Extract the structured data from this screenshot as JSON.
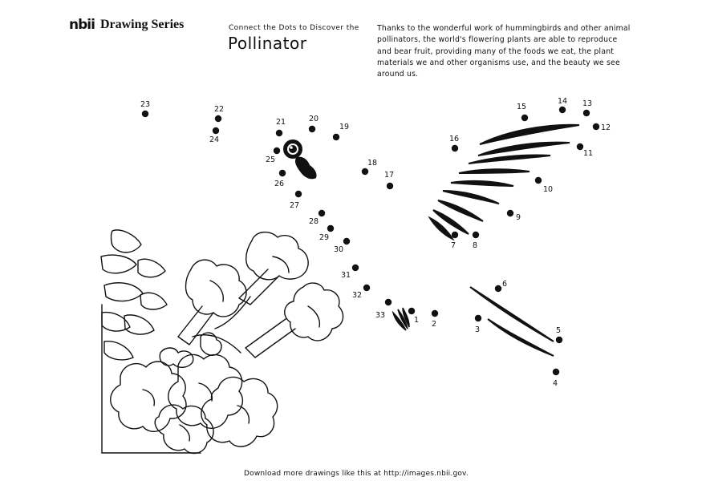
{
  "header": {
    "logo": "nbii",
    "series": "Drawing Series",
    "subtitle": "Connect the Dots to Discover the",
    "title": "Pollinator",
    "intro": "Thanks to the wonderful work of hummingbirds and other animal pollinators, the world's flowering plants are able to reproduce and bear fruit, providing many of the foods we eat, the plant materials we and other organisms use, and the beauty we see around us."
  },
  "footer": "Download more drawings like this at http://images.nbii.gov.",
  "icons": [
    "flower-illustration",
    "hummingbird-eye-icon",
    "hummingbird-beak-icon",
    "wing-feather-strokes",
    "tail-feather-strokes"
  ],
  "dots": [
    {
      "n": "1"
    },
    {
      "n": "2"
    },
    {
      "n": "3"
    },
    {
      "n": "4"
    },
    {
      "n": "5"
    },
    {
      "n": "6"
    },
    {
      "n": "7"
    },
    {
      "n": "8"
    },
    {
      "n": "9"
    },
    {
      "n": "10"
    },
    {
      "n": "11"
    },
    {
      "n": "12"
    },
    {
      "n": "13"
    },
    {
      "n": "14"
    },
    {
      "n": "15"
    },
    {
      "n": "16"
    },
    {
      "n": "17"
    },
    {
      "n": "18"
    },
    {
      "n": "19"
    },
    {
      "n": "20"
    },
    {
      "n": "21"
    },
    {
      "n": "22"
    },
    {
      "n": "23"
    },
    {
      "n": "24"
    },
    {
      "n": "25"
    },
    {
      "n": "26"
    },
    {
      "n": "27"
    },
    {
      "n": "28"
    },
    {
      "n": "29"
    },
    {
      "n": "30"
    },
    {
      "n": "31"
    },
    {
      "n": "32"
    },
    {
      "n": "33"
    }
  ]
}
